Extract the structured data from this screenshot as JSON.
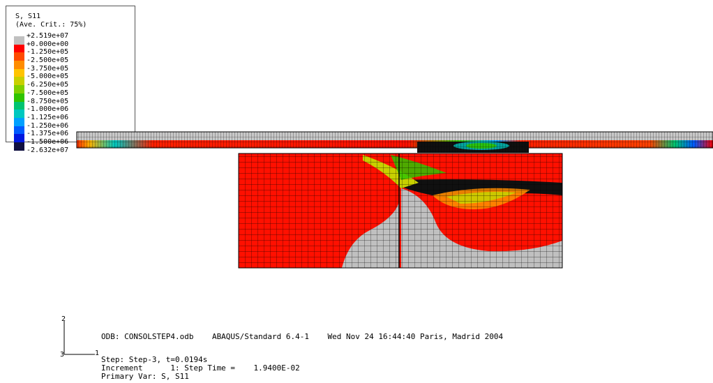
{
  "legend": {
    "title_line1": "S, S11",
    "title_line2": "(Ave. Crit.: 75%)",
    "entries": [
      {
        "label": "+2.519e+07",
        "color": "#c0c0c0"
      },
      {
        "label": "+0.000e+00",
        "color": "#ff0000"
      },
      {
        "label": "-1.250e+05",
        "color": "#ff4a00"
      },
      {
        "label": "-2.500e+05",
        "color": "#ff8c00"
      },
      {
        "label": "-3.750e+05",
        "color": "#ffc400"
      },
      {
        "label": "-5.000e+05",
        "color": "#c8d000"
      },
      {
        "label": "-6.250e+05",
        "color": "#7fcf00"
      },
      {
        "label": "-7.500e+05",
        "color": "#2fc400"
      },
      {
        "label": "-8.750e+05",
        "color": "#00c470"
      },
      {
        "label": "-1.000e+06",
        "color": "#00c8c0"
      },
      {
        "label": "-1.125e+06",
        "color": "#00a0ff"
      },
      {
        "label": "-1.250e+06",
        "color": "#005aff"
      },
      {
        "label": "-1.375e+06",
        "color": "#0018e0"
      },
      {
        "label": "-1.500e+06",
        "color": "#101040"
      },
      {
        "label": "-2.632e+07",
        "color": null
      }
    ]
  },
  "triad": {
    "axis_vertical": "2",
    "axis_horizontal": "1",
    "axis_out": "3"
  },
  "info": {
    "odb_line": "ODB: CONSOLSTEP4.odb    ABAQUS/Standard 6.4-1    Wed Nov 24 16:44:40 Paris, Madrid 2004",
    "step_line": "Step: Step-3, t=0.0194s",
    "increment_line": "Increment      1: Step Time =    1.9400E-02",
    "primary_var_line": "Primary Var: S, S11"
  }
}
